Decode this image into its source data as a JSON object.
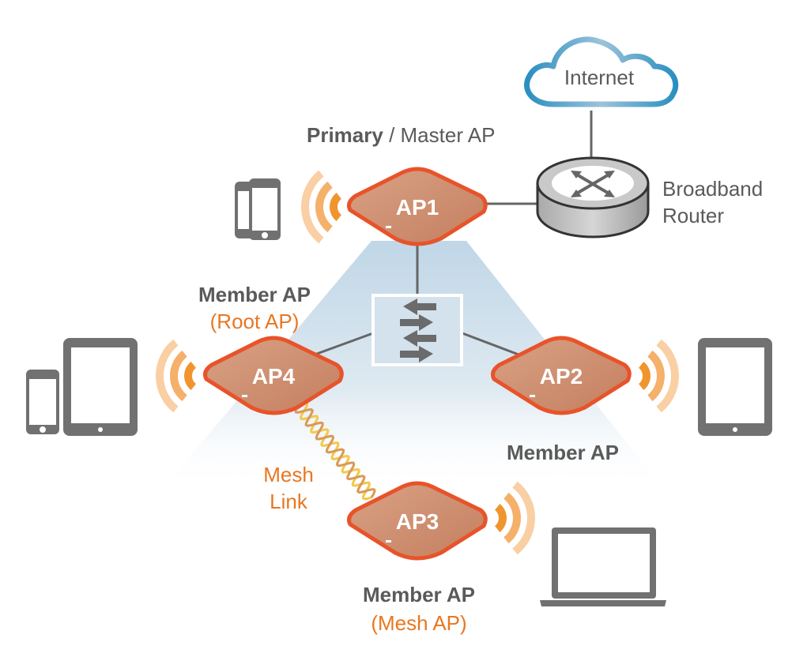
{
  "title": "Instant Wi-Fi cluster topology",
  "colors": {
    "ap_fill": "#d4977a",
    "ap_stroke": "#e8532a",
    "device": "#717171",
    "label_dark": "#5a5a5a",
    "label_orange": "#e87722",
    "cloud_stroke": "#2a8fc1",
    "coverage": "#c9dbe8",
    "wave_dark": "#f0952e",
    "wave_mid": "#f5b06a",
    "wave_light": "#f9cfa3",
    "mesh_link": "#f2c94c",
    "link_line": "#666666"
  },
  "internet": {
    "label": "Internet"
  },
  "router": {
    "line1": "Broadband",
    "line2": "Router"
  },
  "primary_label": {
    "bold": "Primary",
    "rest": " / Master AP"
  },
  "aps": [
    {
      "id": "AP1",
      "label": "AP1"
    },
    {
      "id": "AP2",
      "label": "AP2"
    },
    {
      "id": "AP3",
      "label": "AP3"
    },
    {
      "id": "AP4",
      "label": "AP4"
    }
  ],
  "ap4_label": {
    "role": "Member AP",
    "sub": "(Root AP)"
  },
  "ap2_label": {
    "role": "Member AP"
  },
  "ap3_label": {
    "role": "Member AP",
    "sub": "(Mesh AP)"
  },
  "mesh_link_label": {
    "line1": "Mesh",
    "line2": "Link"
  },
  "switch": {
    "icon": "switch-icon"
  },
  "clients": [
    {
      "type": "smartphones",
      "attached_to": "AP1"
    },
    {
      "type": "smartphone-and-tablet",
      "attached_to": "AP4"
    },
    {
      "type": "tablet",
      "attached_to": "AP2"
    },
    {
      "type": "laptop",
      "attached_to": "AP3"
    }
  ]
}
